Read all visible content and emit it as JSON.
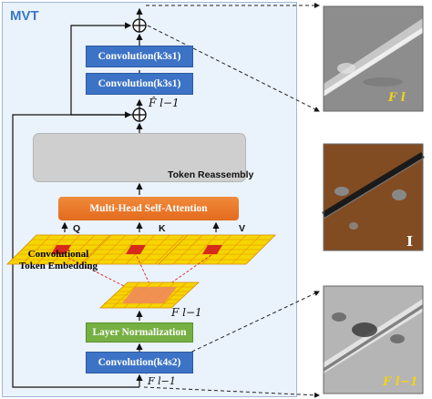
{
  "title": "MVT",
  "blocks": {
    "conv_top": "Convolution(k3s1)",
    "conv_mid": "Convolution(k3s1)",
    "token_reassembly": "Token Reassembly",
    "mhsa": "Multi-Head  Self-Attention",
    "cte_label": "Convolutional Token Embedding",
    "layer_norm": "Layer Normalization",
    "conv_bottom": "Convolution(k4s2)"
  },
  "qkv": {
    "q": "Q",
    "k": "K",
    "v": "V"
  },
  "symbols": {
    "f_hat_prev": "F̂ l−1",
    "f_prev_mid": "F l−1",
    "f_input": "F l−1"
  },
  "thumbnails": {
    "top_label": "F l",
    "middle_label": "I",
    "bottom_label": "F l−1"
  },
  "colors": {
    "panel_bg": "#eaf2fb",
    "conv_blue": "#3d73c6",
    "ln_green": "#76b043",
    "mhsa_orange": "#e36a1e",
    "grid_yellow": "#f6d500",
    "grid_red": "#d62a1a"
  }
}
